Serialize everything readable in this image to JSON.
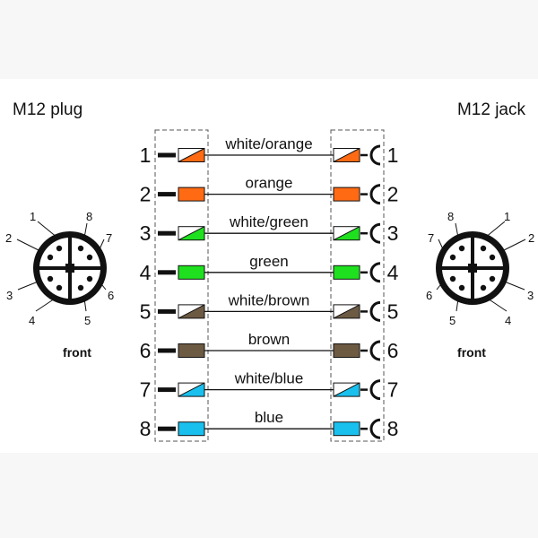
{
  "left_connector": {
    "title": "M12 plug",
    "view_label": "front",
    "pin_labels": [
      "1",
      "2",
      "3",
      "4",
      "5",
      "6",
      "7",
      "8"
    ]
  },
  "right_connector": {
    "title": "M12 jack",
    "view_label": "front",
    "pin_labels": [
      "1",
      "2",
      "3",
      "4",
      "5",
      "6",
      "7",
      "8"
    ]
  },
  "wires": [
    {
      "pin": "1",
      "label": "white/orange",
      "color": "#ff6a13",
      "striped": true
    },
    {
      "pin": "2",
      "label": "orange",
      "color": "#ff6a13",
      "striped": false
    },
    {
      "pin": "3",
      "label": "white/green",
      "color": "#1fe01f",
      "striped": true
    },
    {
      "pin": "4",
      "label": "green",
      "color": "#1fe01f",
      "striped": false
    },
    {
      "pin": "5",
      "label": "white/brown",
      "color": "#6d5a43",
      "striped": true
    },
    {
      "pin": "6",
      "label": "brown",
      "color": "#6d5a43",
      "striped": false
    },
    {
      "pin": "7",
      "label": "white/blue",
      "color": "#19c0ee",
      "striped": true
    },
    {
      "pin": "8",
      "label": "blue",
      "color": "#19c0ee",
      "striped": false
    }
  ]
}
